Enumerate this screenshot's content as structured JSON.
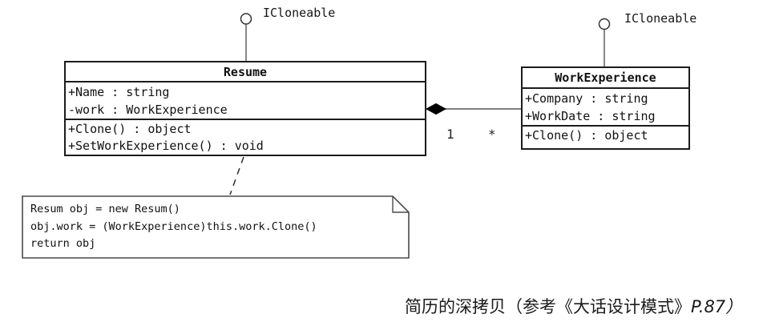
{
  "uml": {
    "interfaces": [
      {
        "label": "ICloneable"
      },
      {
        "label": "ICloneable"
      }
    ],
    "classes": [
      {
        "name": "Resume",
        "attributes": [
          "+Name : string",
          "-work : WorkExperience"
        ],
        "methods": [
          "+Clone() : object",
          "+SetWorkExperience() : void"
        ]
      },
      {
        "name": "WorkExperience",
        "attributes": [
          "+Company : string",
          "+WorkDate : string"
        ],
        "methods": [
          "+Clone() : object"
        ]
      }
    ],
    "composition": {
      "whole_multiplicity": "1",
      "part_multiplicity": "*"
    },
    "note": {
      "lines": [
        "Resum obj = new Resum()",
        "obj.work = (WorkExperience)this.work.Clone()",
        "return obj"
      ]
    }
  },
  "caption": {
    "text": "简历的深拷贝（参考《大话设计模式》",
    "ref": "P.87）"
  },
  "colors": {
    "line": "#1c1c1c",
    "background": "#ffffff"
  }
}
